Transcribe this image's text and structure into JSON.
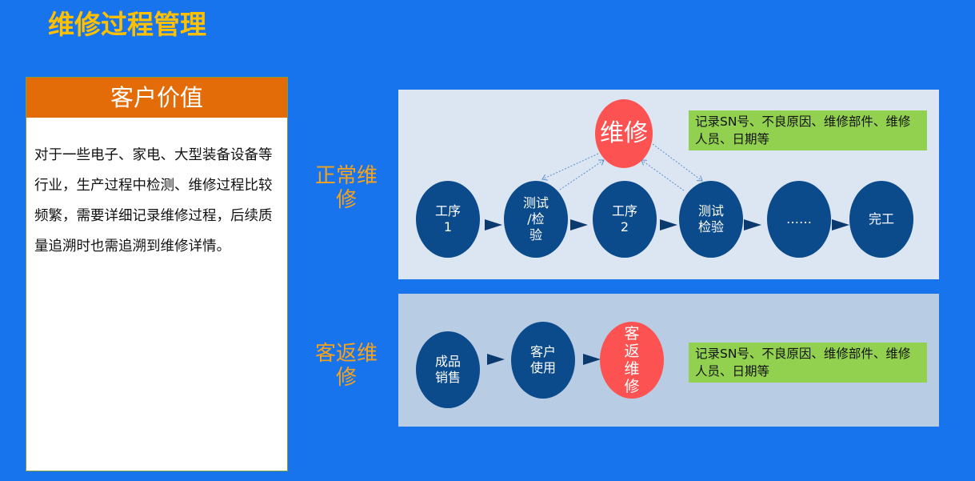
{
  "title": "维修过程管理",
  "card": {
    "heading": "客户价值",
    "body": "对于一些电子、家电、大型装备设备等行业，生产过程中检测、维修过程比较频繁，需要详细记录维修过程，后续质量追溯时也需追溯到维修详情。"
  },
  "normal": {
    "label": "正常维修",
    "repair": "维修",
    "steps": [
      "工序\n1",
      "测试\n/检\n验",
      "工序\n2",
      "测试\n检验",
      "……",
      "完工"
    ],
    "note": "记录SN号、不良原因、维修部件、维修人员、日期等"
  },
  "returned": {
    "label": "客返维修",
    "steps": [
      "成品\n销售",
      "客户\n使用"
    ],
    "repair": "客\n返\n维\n修",
    "note": "记录SN号、不良原因、维修部件、维修人员、日期等"
  },
  "colors": {
    "background": "#1874ec",
    "title": "#ffc000",
    "header": "#e36c09",
    "node": "#0b4a8b",
    "repair": "#fd5252",
    "note": "#92d050"
  }
}
